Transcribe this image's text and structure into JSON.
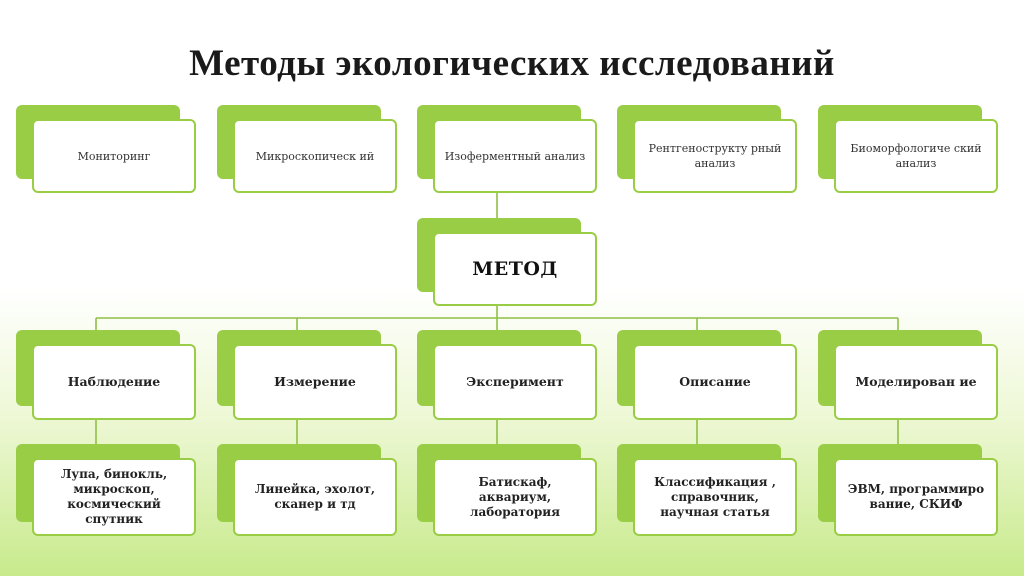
{
  "title": "Методы экологических исследований",
  "center": "МЕТОД",
  "top_methods": [
    "Мониторинг",
    "Микроскопическ ий",
    "Изоферментный анализ",
    "Рентгенострукту рный анализ",
    "Биоморфологиче ский анализ"
  ],
  "categories": [
    "Наблюдение",
    "Измерение",
    "Эксперимент",
    "Описание",
    "Моделирован ие"
  ],
  "tools": [
    "Лупа, бинокль, микроскоп, космический спутник",
    "Линейка, эхолот, сканер и тд",
    "Батискаф, аквариум, лаборатория",
    "Классификация , справочник, научная статья",
    "ЭВМ, программиро вание, СКИФ"
  ],
  "colors": {
    "accent": "#9acd46",
    "connector": "#8fbf45"
  }
}
